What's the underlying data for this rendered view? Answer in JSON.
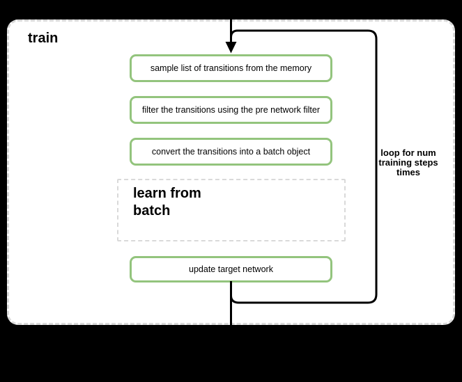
{
  "canvas": {
    "background": "#000000"
  },
  "train_container": {
    "label": "train",
    "fill": "#ffffff",
    "border_color": "#d9d9d9"
  },
  "steps": [
    {
      "id": "sample",
      "label": "sample list of transitions from the memory"
    },
    {
      "id": "filter",
      "label": "filter the transitions using the pre network filter"
    },
    {
      "id": "convert",
      "label": "convert the transitions into a batch object"
    },
    {
      "id": "update",
      "label": "update target network"
    }
  ],
  "subprocess": {
    "label": "learn from batch",
    "label_lines": [
      "learn from",
      "batch"
    ]
  },
  "loop": {
    "label": "loop for num training steps times",
    "label_lines": [
      "loop for num",
      "training steps",
      "times"
    ],
    "line_color": "#000000"
  },
  "step_style": {
    "border_color": "#93c47d"
  }
}
